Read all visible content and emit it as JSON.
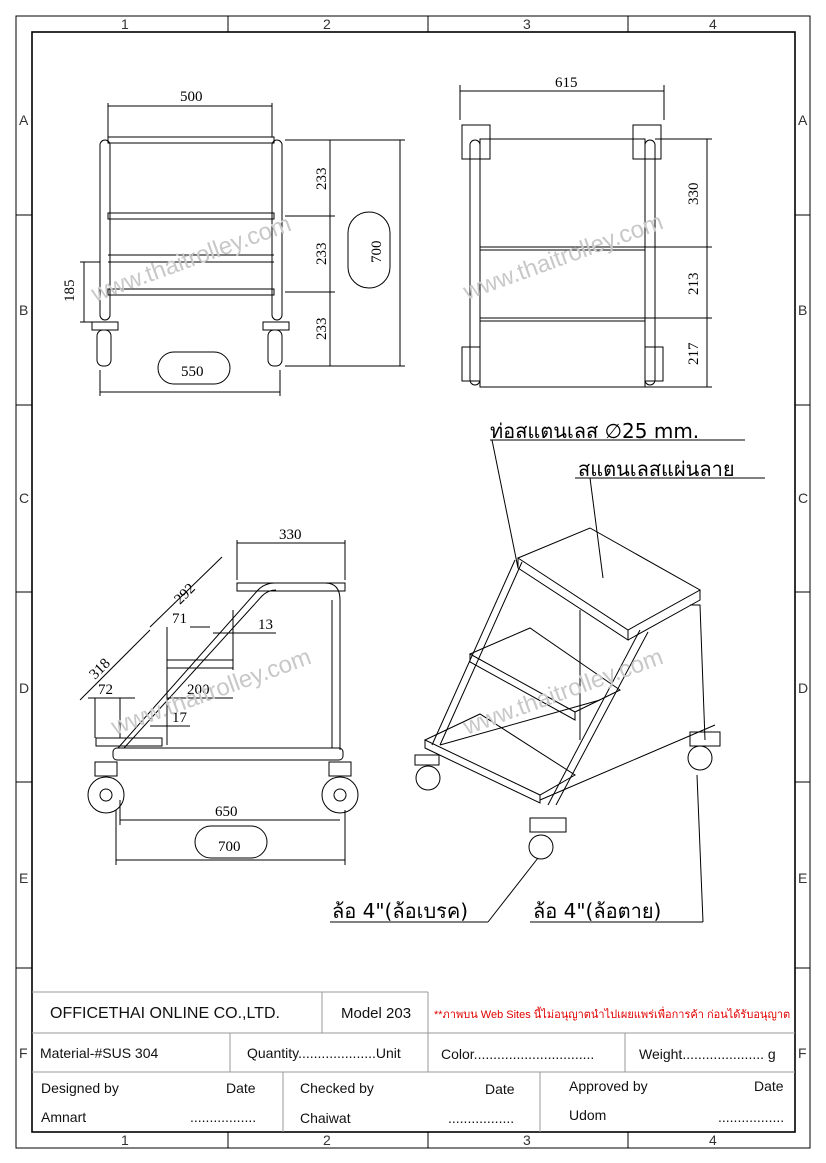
{
  "frame": {
    "columns": [
      "1",
      "2",
      "3",
      "4"
    ],
    "rows": [
      "A",
      "B",
      "C",
      "D",
      "E",
      "F"
    ]
  },
  "front_view": {
    "dims": [
      "500",
      "233",
      "233",
      "233",
      "700",
      "185",
      "550"
    ]
  },
  "side_view": {
    "dims": [
      "615",
      "330",
      "213",
      "217"
    ]
  },
  "profile_view": {
    "dims": [
      "330",
      "292",
      "71",
      "13",
      "318",
      "72",
      "200",
      "17",
      "650",
      "700"
    ]
  },
  "callouts": {
    "tube": "ท่อสแตนเลส ∅25 mm.",
    "plate": "สแตนเลสแผ่นลาย",
    "wheel_brake": "ล้อ 4\"(ล้อเบรค)",
    "wheel_fixed": "ล้อ 4\"(ล้อตาย)"
  },
  "watermark": "www.thaitrolley.com",
  "title_block": {
    "company": "OFFICETHAI ONLINE CO.,LTD.",
    "model": "Model 203",
    "notice": "**ภาพบน Web Sites นี้ไม่อนุญาตนำไปเผยแพร่เพื่อการค้า ก่อนได้รับอนุญาต",
    "material": "Material-#SUS 304",
    "quantity": "Quantity....................Unit",
    "color": "Color...............................",
    "weight": "Weight..................... g",
    "designed_by_label": "Designed by",
    "designed_by": "Amnart",
    "checked_by_label": "Checked by",
    "checked_by": "Chaiwat",
    "approved_by_label": "Approved by",
    "approved_by": "Udom",
    "date_label": "Date",
    "date_value": "................."
  },
  "colors": {
    "notice": "#e00000"
  }
}
